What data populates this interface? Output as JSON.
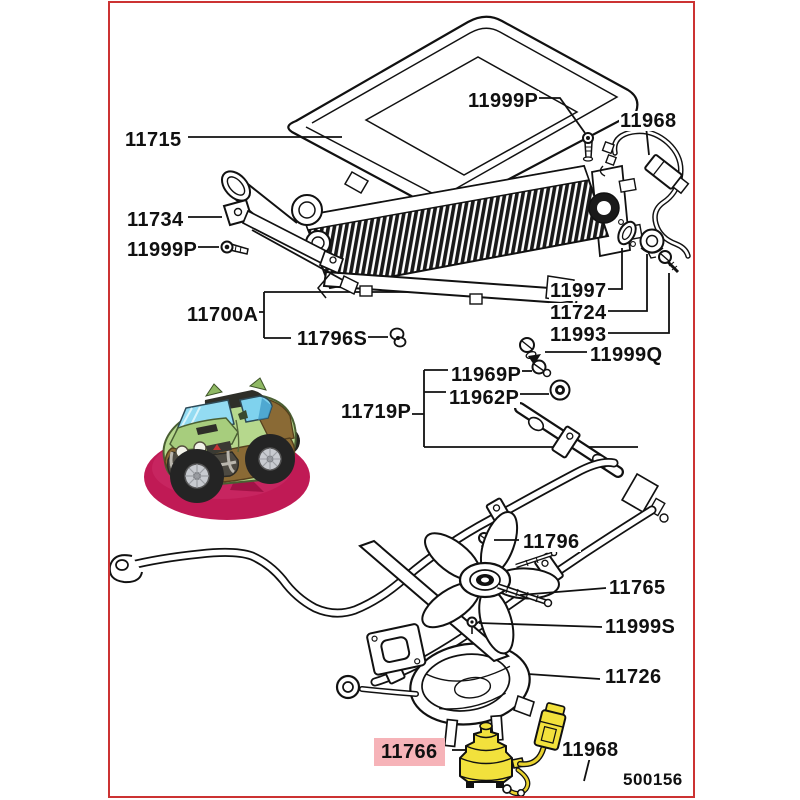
{
  "diagram": {
    "type": "parts-catalog-exploded-view",
    "drawing_code": "500156",
    "highlighted_part": "11766",
    "labels": {
      "p11715": "11715",
      "p11999p_top": "11999P",
      "p11968_top": "11968",
      "p11734": "11734",
      "p11999p_left": "11999P",
      "p11700a": "11700A",
      "p11796s": "11796S",
      "p11997": "11997",
      "p11724": "11724",
      "p11993": "11993",
      "p11999q": "11999Q",
      "p11969p": "11969P",
      "p11962p": "11962P",
      "p11719p": "11719P",
      "p11796": "11796",
      "p11765": "11765",
      "p11999s": "11999S",
      "p11726": "11726",
      "p11766": "11766",
      "p11968_bottom": "11968"
    },
    "colors": {
      "border_red": "#cc3333",
      "highlight_pink": "#f6b3b8",
      "line_black": "#111111",
      "motor_yellow": "#f2e13c",
      "wire_yellow": "#e9d22e",
      "car_body_green": "#b6d88d",
      "car_lower_brown": "#8a6a35",
      "car_window_blue": "#93dbf2",
      "car_base_crimson": "#c01a55"
    }
  }
}
